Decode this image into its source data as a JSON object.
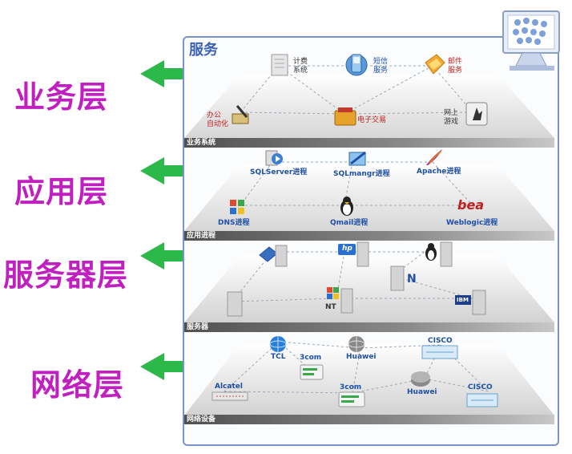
{
  "left_labels": [
    "业务层",
    "应用层",
    "服务器层",
    "网络层"
  ],
  "panel": {
    "title": "服务",
    "bands": [
      "业务系统",
      "应用进程",
      "服务器",
      "网络设备"
    ]
  },
  "business": {
    "billing": "计费\n系统",
    "sms": "短信\n服务",
    "mail": "邮件\n服务",
    "office": "办公\n自动化",
    "ecommerce": "电子交易",
    "game": "网上\n游戏"
  },
  "application": {
    "sqlserver": "SQLServer进程",
    "sqlmangr": "SQLmangr进程",
    "apache": "Apache进程",
    "dns": "DNS进程",
    "qmail": "Qmail进程",
    "weblogic": "Weblogic进程",
    "bea_logo": "bea"
  },
  "servers": {
    "hp_logo": "hp",
    "nt_label": "NT",
    "n_label": "N",
    "ibm_logo": "IBM"
  },
  "network": {
    "tcl": "TCL",
    "threecom_top": "3com",
    "huawei_top": "Huawei",
    "cisco_top": "CISCO",
    "alcatel": "Alcatel",
    "threecom_bottom": "3com",
    "huawei_bottom": "Huawei",
    "cisco_bottom": "CISCO"
  },
  "colors": {
    "label_magenta": "#c020c0",
    "arrow_green": "#2db84a",
    "panel_border": "#7a93c8",
    "panel_title": "#3a62b3"
  }
}
